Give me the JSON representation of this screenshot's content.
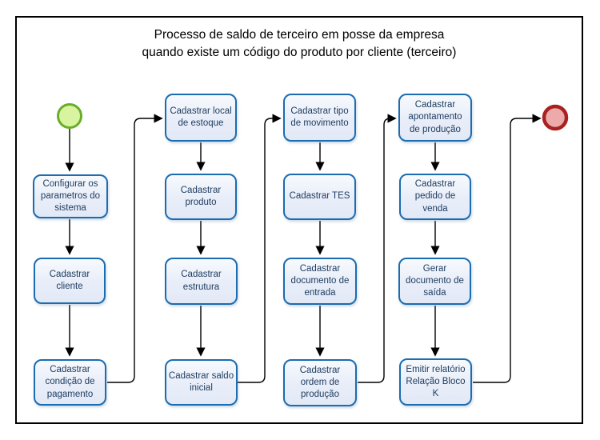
{
  "title": {
    "line1": "Processo de saldo de terceiro em posse da empresa",
    "line2": "quando existe um código do produto por cliente (terceiro)"
  },
  "flowchart": {
    "start_event": "start",
    "end_event": "end",
    "columns": [
      {
        "boxes": [
          "Configurar os\nparametros do\nsistema",
          "Cadastrar\ncliente",
          "Cadastrar\ncondição de\npagamento"
        ]
      },
      {
        "boxes": [
          "Cadastrar local\nde estoque",
          "Cadastrar\nproduto",
          "Cadastrar\nestrutura",
          "Cadastrar saldo\ninicial"
        ]
      },
      {
        "boxes": [
          "Cadastrar tipo\nde movimento",
          "Cadastrar TES",
          "Cadastrar\ndocumento de\nentrada",
          "Cadastrar\nordem de\nprodução"
        ]
      },
      {
        "boxes": [
          "Cadastrar\napontamento\nde produção",
          "Cadastrar\npedido de\nvenda",
          "Gerar\ndocumento de\nsaída",
          "Emitir relatório\nRelação Bloco\nK"
        ]
      }
    ]
  },
  "colors": {
    "box_border": "#1b6cb0",
    "box_fill": "#e9eef9",
    "box_text": "#1c3b5e",
    "start_fill": "#d9f4a1",
    "start_border": "#69ad29",
    "end_fill": "#ecaaaa",
    "end_border": "#a82222",
    "connector": "#000000",
    "frame_border": "#000000"
  }
}
